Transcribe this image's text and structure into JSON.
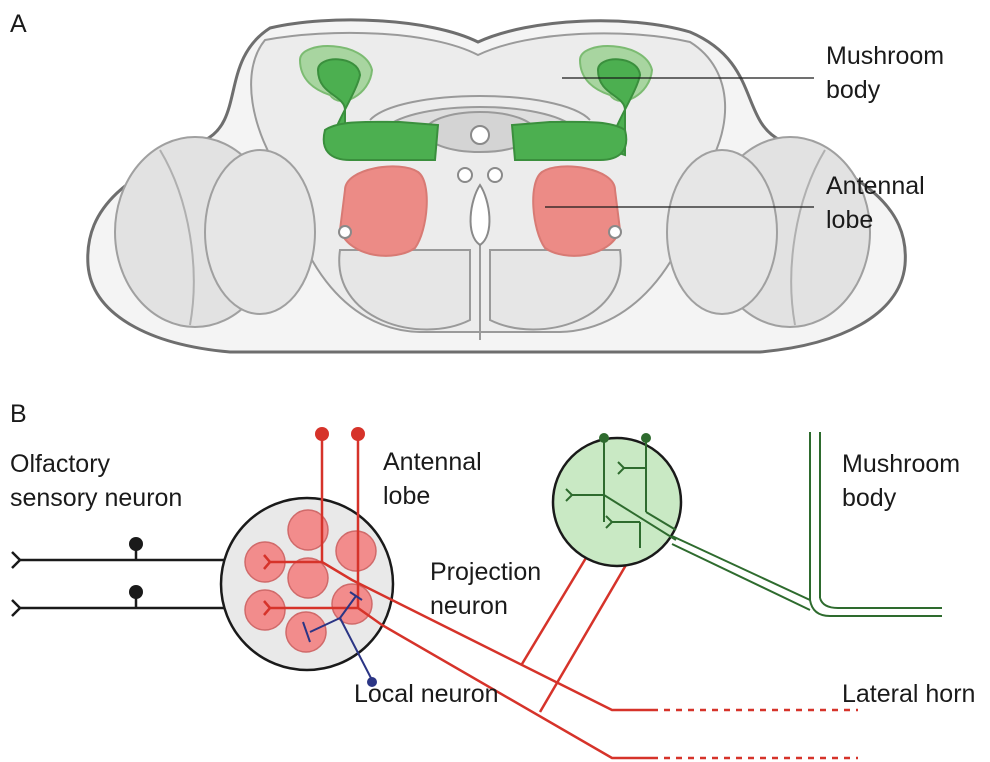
{
  "panel_a": {
    "letter": "A",
    "labels": {
      "mushroom_body_line1": "Mushroom",
      "mushroom_body_line2": "body",
      "antennal_lobe_line1": "Antennal",
      "antennal_lobe_line2": "lobe"
    }
  },
  "panel_b": {
    "letter": "B",
    "labels": {
      "osn_line1": "Olfactory",
      "osn_line2": "sensory neuron",
      "al_line1": "Antennal",
      "al_line2": "lobe",
      "pn_line1": "Projection",
      "pn_line2": "neuron",
      "mb_line1": "Mushroom",
      "mb_line2": "body",
      "local_neuron": "Local neuron",
      "lateral_horn": "Lateral horn"
    }
  },
  "colors": {
    "brain_outline": "#6e6e6e",
    "brain_fill": "#f2f2f2",
    "optic_lobe_fill": "#e4e4e4",
    "mushroom_body_green": "#4caf50",
    "mushroom_body_light": "#a8d5a0",
    "antennal_lobe_pink": "#ec8b86",
    "glomerulus_pink": "#f28c8c",
    "projection_red": "#d6332a",
    "osn_black": "#1a1a1a",
    "local_neuron_blue": "#2b3585",
    "kenyon_green": "#2e6b2e",
    "calyx_fill": "#c9e9c4",
    "al_fill": "#e9e9e9"
  }
}
